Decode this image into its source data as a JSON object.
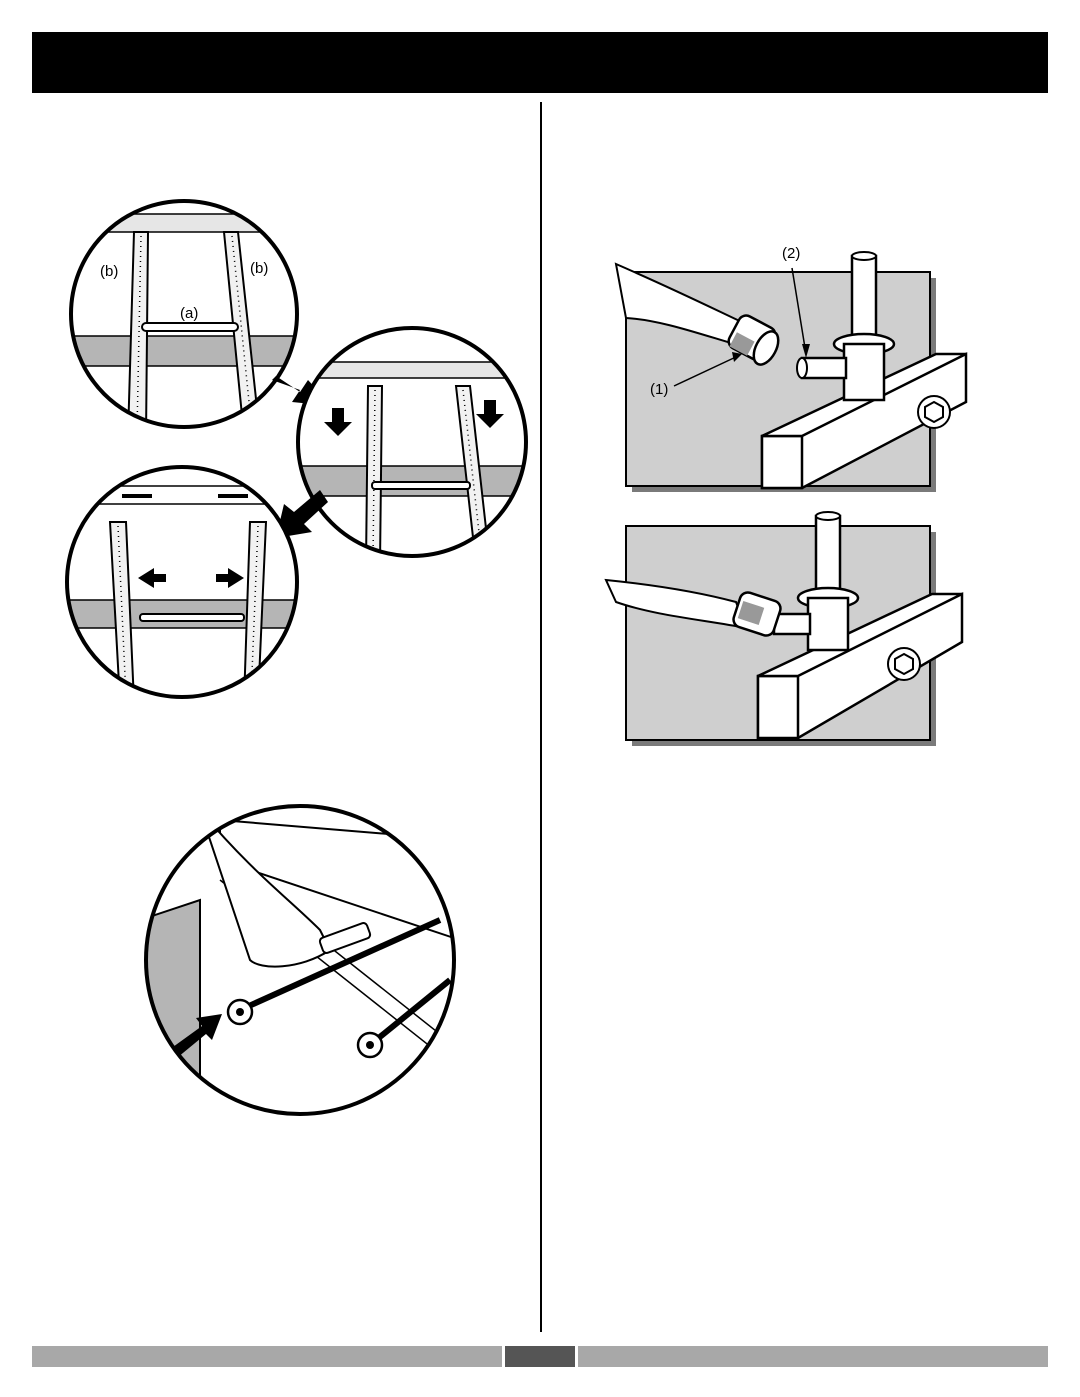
{
  "figure_ladder": {
    "labels": {
      "a": "(a)",
      "b_left": "(b)",
      "b_right": "(b)"
    }
  },
  "figure_connector": {
    "labels": {
      "part1": "(1)",
      "part2": "(2)"
    }
  },
  "footer": {
    "page_number": ""
  }
}
